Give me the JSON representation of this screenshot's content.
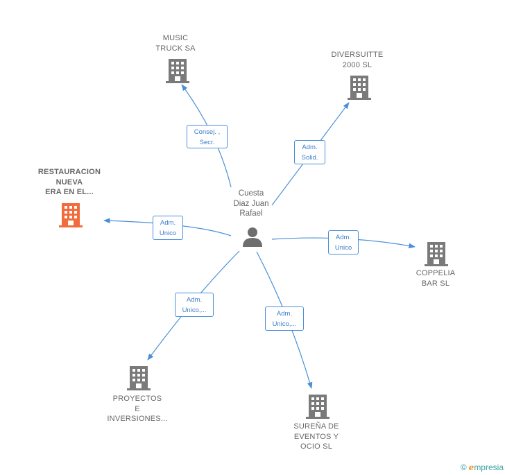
{
  "center": {
    "name_lines": [
      "Cuesta",
      "Diaz Juan",
      "Rafael"
    ],
    "icon": "person-icon"
  },
  "companies": [
    {
      "id": "music",
      "lines": [
        "MUSIC",
        "TRUCK SA"
      ],
      "highlight": false,
      "role_lines": [
        "Consej. ,",
        "Secr."
      ]
    },
    {
      "id": "diversuitte",
      "lines": [
        "DIVERSUITTE",
        "2000  SL"
      ],
      "highlight": false,
      "role_lines": [
        "Adm.",
        "Solid."
      ]
    },
    {
      "id": "restauracion",
      "lines": [
        "RESTAURACION",
        "NUEVA",
        "ERA EN EL..."
      ],
      "highlight": true,
      "role_lines": [
        "Adm.",
        "Unico"
      ]
    },
    {
      "id": "coppelia",
      "lines": [
        "COPPELIA",
        "BAR SL"
      ],
      "highlight": false,
      "role_lines": [
        "Adm.",
        "Unico"
      ]
    },
    {
      "id": "proyectos",
      "lines": [
        "PROYECTOS",
        "E",
        "INVERSIONES..."
      ],
      "highlight": false,
      "role_lines": [
        "Adm.",
        "Unico,..."
      ]
    },
    {
      "id": "surena",
      "lines": [
        "SUREÑA DE",
        "EVENTOS Y",
        "OCIO  SL"
      ],
      "highlight": false,
      "role_lines": [
        "Adm.",
        "Unico,..."
      ]
    }
  ],
  "colors": {
    "edge": "#4a8fd8",
    "building": "#7a7a7a",
    "building_highlight": "#f26b3a",
    "person": "#6e6e6e"
  },
  "footer": {
    "copyright": "©",
    "brand_initial": "e",
    "brand_rest": "mpresia"
  }
}
